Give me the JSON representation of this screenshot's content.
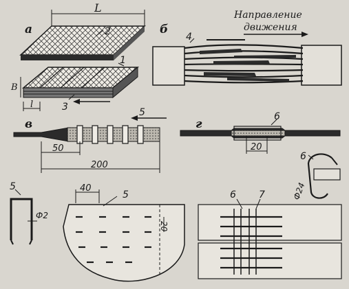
{
  "panels": {
    "a": "а",
    "b": "б",
    "v": "в",
    "g": "г"
  },
  "direction_text": {
    "line1": "Направление",
    "line2": "движения"
  },
  "callouts": {
    "c1": "1",
    "c2": "2",
    "c3": "3",
    "c4": "4",
    "c5a": "5",
    "c5b": "5",
    "c5c": "5",
    "c6a": "6",
    "c6b": "6",
    "c6c": "6",
    "c7": "7"
  },
  "dims": {
    "L": "L",
    "B": "B",
    "l": "l",
    "d50": "50",
    "d200": "200",
    "d20a": "20",
    "d40": "40",
    "d20b": "20",
    "phi2": "Ф2",
    "phi24": "Ф24"
  }
}
